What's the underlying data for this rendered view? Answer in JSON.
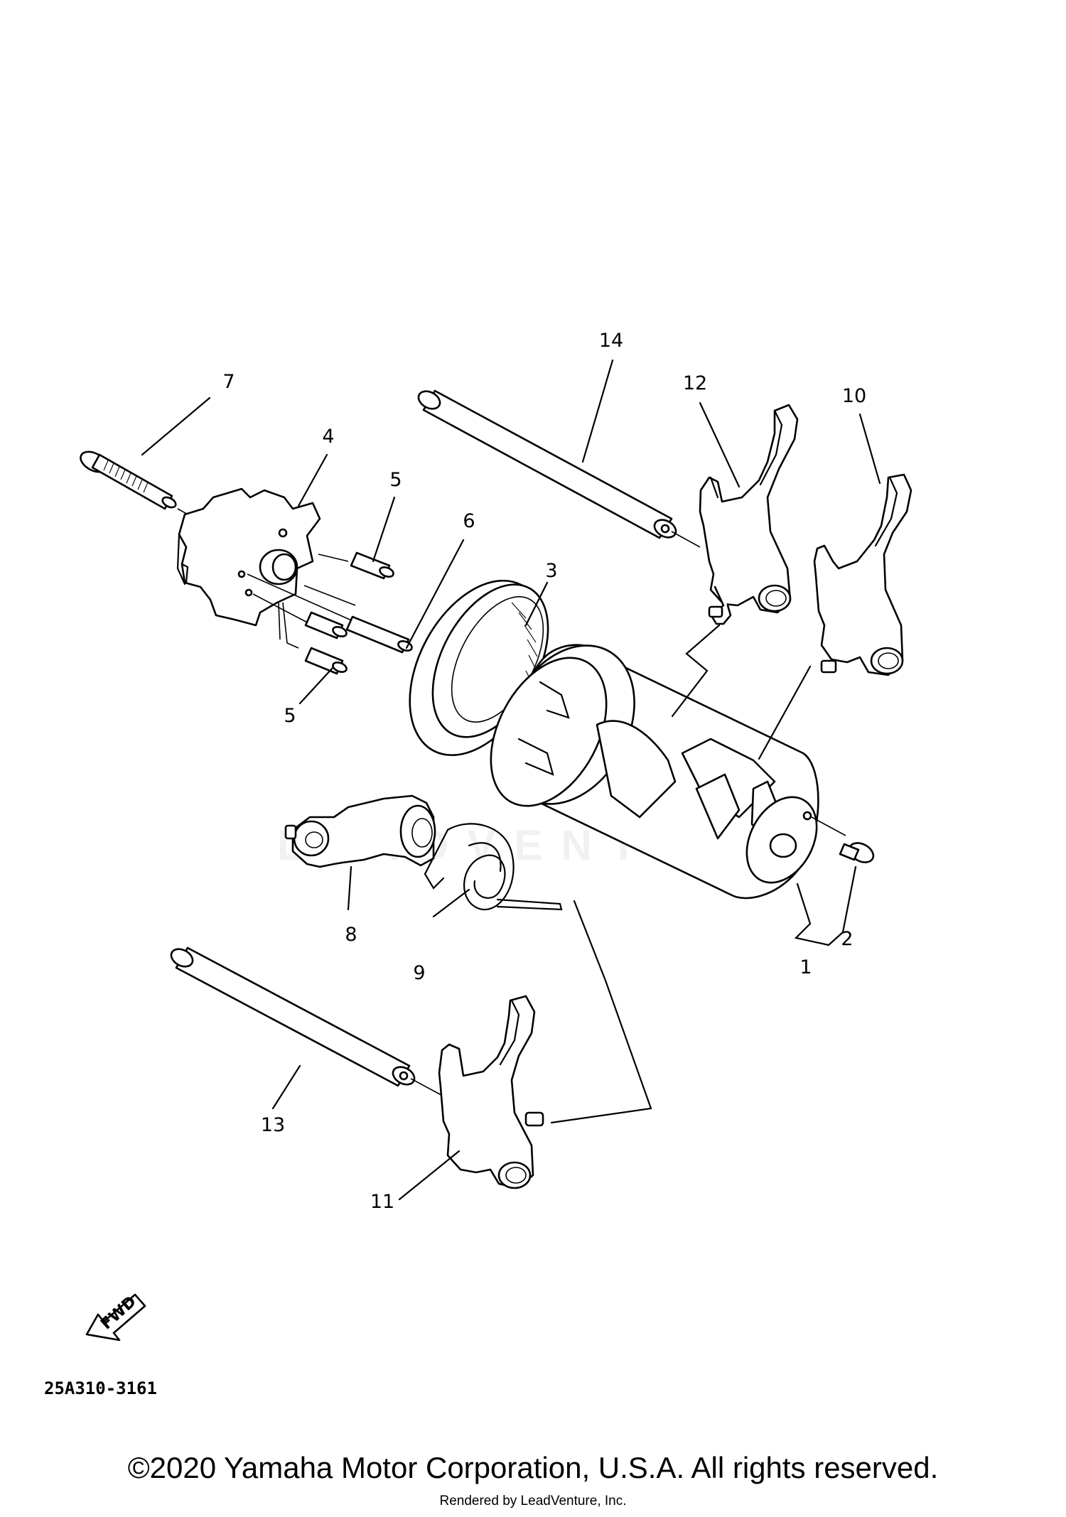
{
  "diagram": {
    "callouts": {
      "c1": "1",
      "c2": "2",
      "c3": "3",
      "c4": "4",
      "c5a": "5",
      "c5b": "5",
      "c6": "6",
      "c7": "7",
      "c8": "8",
      "c9": "9",
      "c10": "10",
      "c11": "11",
      "c12": "12",
      "c13": "13",
      "c14": "14"
    },
    "fwd_label": "FWD",
    "diagram_code": "25A310-3161",
    "watermark_text": "LEADVENTURE"
  },
  "footer": {
    "copyright": "©2020 Yamaha Motor Corporation, U.S.A. All rights reserved.",
    "rendered_by": "Rendered by LeadVenture, Inc."
  }
}
